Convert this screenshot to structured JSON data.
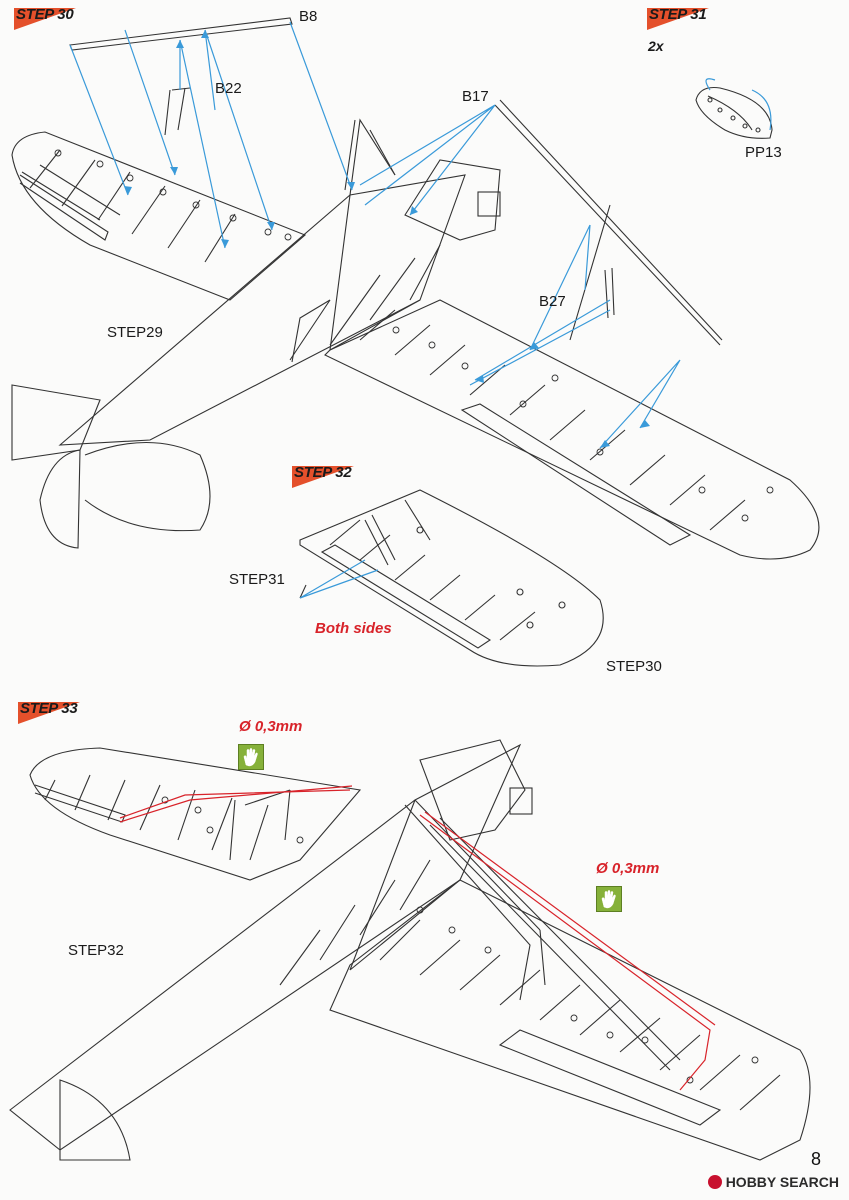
{
  "steps": {
    "s30": "STEP 30",
    "s31": "STEP 31",
    "s32": "STEP 32",
    "s33": "STEP 33"
  },
  "quantity": "2x",
  "parts": {
    "b8": "B8",
    "b22": "B22",
    "b17": "B17",
    "b27": "B27",
    "pp13": "PP13"
  },
  "references": {
    "step29": "STEP29",
    "step31": "STEP31",
    "step30": "STEP30",
    "step32": "STEP32"
  },
  "notes": {
    "both_sides": "Both sides"
  },
  "wire": {
    "diameter": "Ø 0,3mm"
  },
  "page_number": "8",
  "watermark": "HOBBY SEARCH",
  "colors": {
    "accent": "#e4502b",
    "callout_line": "#3a9ad9",
    "rigging": "#d8232a",
    "hand_icon": "#86b13a"
  }
}
